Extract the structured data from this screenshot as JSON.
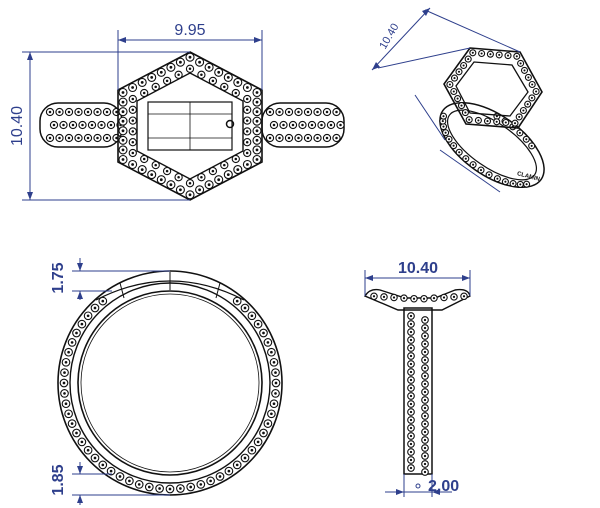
{
  "dimensions": {
    "top_width": "9.95",
    "top_height": "10.40",
    "iso_size": "10.40",
    "front_top_thickness": "1.75",
    "front_bottom_thickness": "1.85",
    "side_width": "10.40",
    "side_band_width": "2.00"
  },
  "colors": {
    "dimension": "#2e3f8c",
    "ink": "#111111"
  },
  "engraving": "CLAMIN"
}
